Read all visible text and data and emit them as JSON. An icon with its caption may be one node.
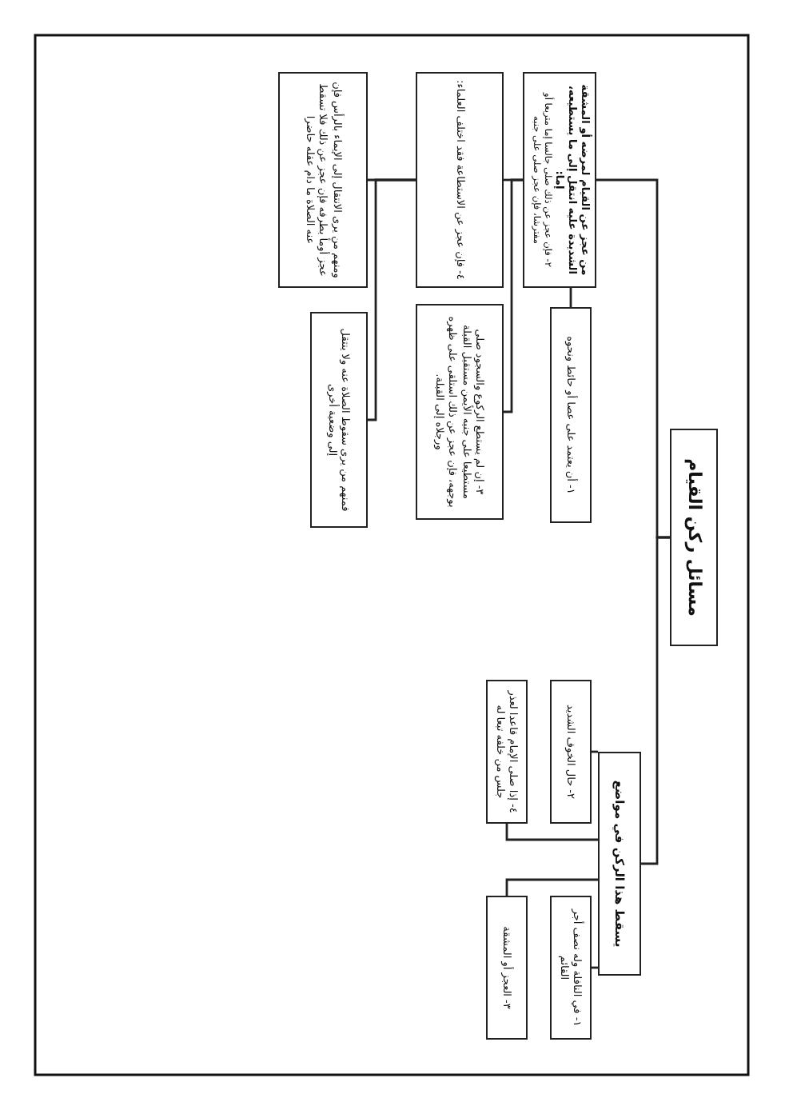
{
  "diagram": {
    "nodes": [
      {
        "text": [
          "مسائل ركن القيام"
        ]
      },
      {
        "text": [
          "من عجز عن القيام لمرضه أو المشقة الشديدة عليه انتقل إلى ما يستطيعه، إما:",
          "٢- فإن عجز عن ذلك صلى جالسا إما متربعا أو مفترشا، فإن عجز صلى على جنبه"
        ]
      },
      {
        "text": [
          "١- أن يعتمد على عصا أو حائط ونحوه"
        ]
      },
      {
        "text": [
          "٤- فإن عجز عن الاستطاعة فقد اختلف العلماء:"
        ]
      },
      {
        "text": [
          "٣- إن لم يستطع الركوع والسجود صلى مستطيعا على جنبه الأيمن مستقبل القبلة بوجهه، فإن عجز عن ذلك استلقى على ظهره ورجلاه إلى القبلة."
        ]
      },
      {
        "text": [
          "ومنهم من يرى الانتقال إلى الإيماء بالرأس فإن عجز أومأ بطرفه فإن عجز عن ذلك فلا تسقط عنه الصلاة ما دام عقله حاضرا"
        ]
      },
      {
        "text": [
          "فمنهم من يرى سقوط الصلاة عنه ولا ينتقل إلى وضعية أخرى"
        ]
      },
      {
        "text": [
          "يسقط هذا الركن في مواضع"
        ]
      },
      {
        "text": [
          "١- في النافلة وله نصف أجر القائم"
        ]
      },
      {
        "text": [
          "٢- حال الخوف الشديد"
        ]
      },
      {
        "text": [
          "٤- إذا صلى الإمام قاعدا لعذر جلس من خلفه تبعا له"
        ]
      },
      {
        "text": [
          "٣- العجز أو المشقة"
        ]
      }
    ],
    "edges": [
      {
        "from": 0,
        "to": 1,
        "arrow": "none"
      },
      {
        "from": 0,
        "to": 7,
        "arrow": "none"
      },
      {
        "from": 1,
        "to": 2,
        "arrow": "none"
      },
      {
        "from": 1,
        "to": 3,
        "arrow": "none"
      },
      {
        "from": 1,
        "to": 4,
        "arrow": "none"
      },
      {
        "from": 3,
        "to": 5,
        "arrow": "none"
      },
      {
        "from": 3,
        "to": 6,
        "arrow": "none"
      },
      {
        "from": 7,
        "to": 8,
        "arrow": "none"
      },
      {
        "from": 7,
        "to": 9,
        "arrow": "none"
      },
      {
        "from": 7,
        "to": 10,
        "arrow": "none"
      },
      {
        "from": 7,
        "to": 11,
        "arrow": "none"
      }
    ]
  }
}
